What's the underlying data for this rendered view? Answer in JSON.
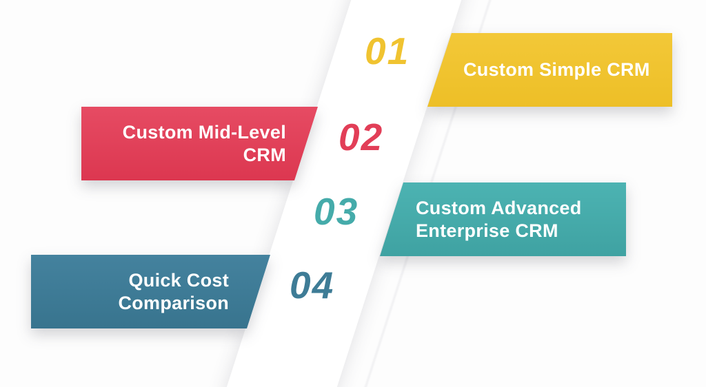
{
  "background": "#FDFDFD",
  "band_color": "#FFFFFF",
  "text_color": "#FFFFFF",
  "items": [
    {
      "number": "01",
      "color": "#F0C330",
      "side": "right",
      "lines": [
        "Custom Simple CRM"
      ]
    },
    {
      "number": "02",
      "color": "#E23E57",
      "side": "left",
      "lines": [
        "Custom Mid-Level",
        "CRM"
      ]
    },
    {
      "number": "03",
      "color": "#45ABAA",
      "side": "right",
      "lines": [
        "Custom Advanced",
        "Enterprise CRM"
      ]
    },
    {
      "number": "04",
      "color": "#3E7C96",
      "side": "left",
      "lines": [
        "Quick Cost",
        "Comparison"
      ]
    }
  ]
}
